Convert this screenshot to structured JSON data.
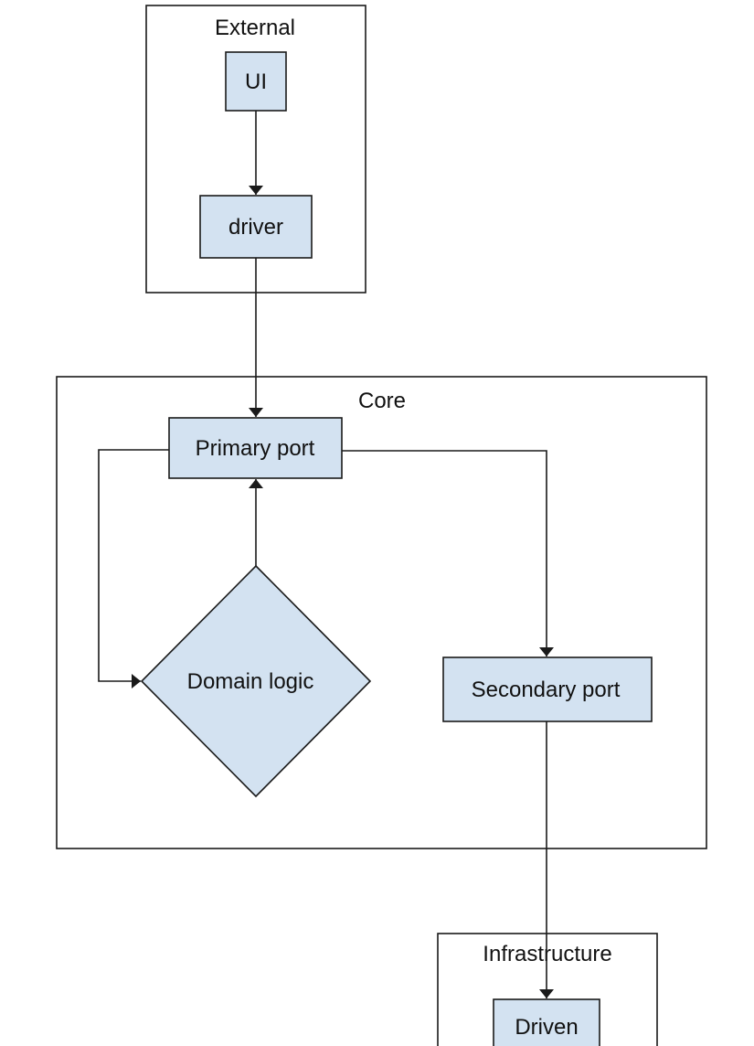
{
  "diagram": {
    "colors": {
      "node_fill": "#d3e2f1",
      "line": "#1a1a1a",
      "background": "#ffffff"
    },
    "groups": {
      "external": "External",
      "core": "Core",
      "infrastructure": "Infrastructure"
    },
    "nodes": {
      "ui": "UI",
      "driver": "driver",
      "primary_port": "Primary port",
      "domain_logic": "Domain logic",
      "secondary_port": "Secondary port",
      "driven": "Driven"
    },
    "edges": [
      {
        "from": "UI",
        "to": "driver"
      },
      {
        "from": "driver",
        "to": "Primary port"
      },
      {
        "from": "Primary port",
        "to": "Domain logic"
      },
      {
        "from": "Domain logic",
        "to": "Primary port"
      },
      {
        "from": "Primary port",
        "to": "Secondary port"
      },
      {
        "from": "Secondary port",
        "to": "Driven"
      }
    ]
  }
}
